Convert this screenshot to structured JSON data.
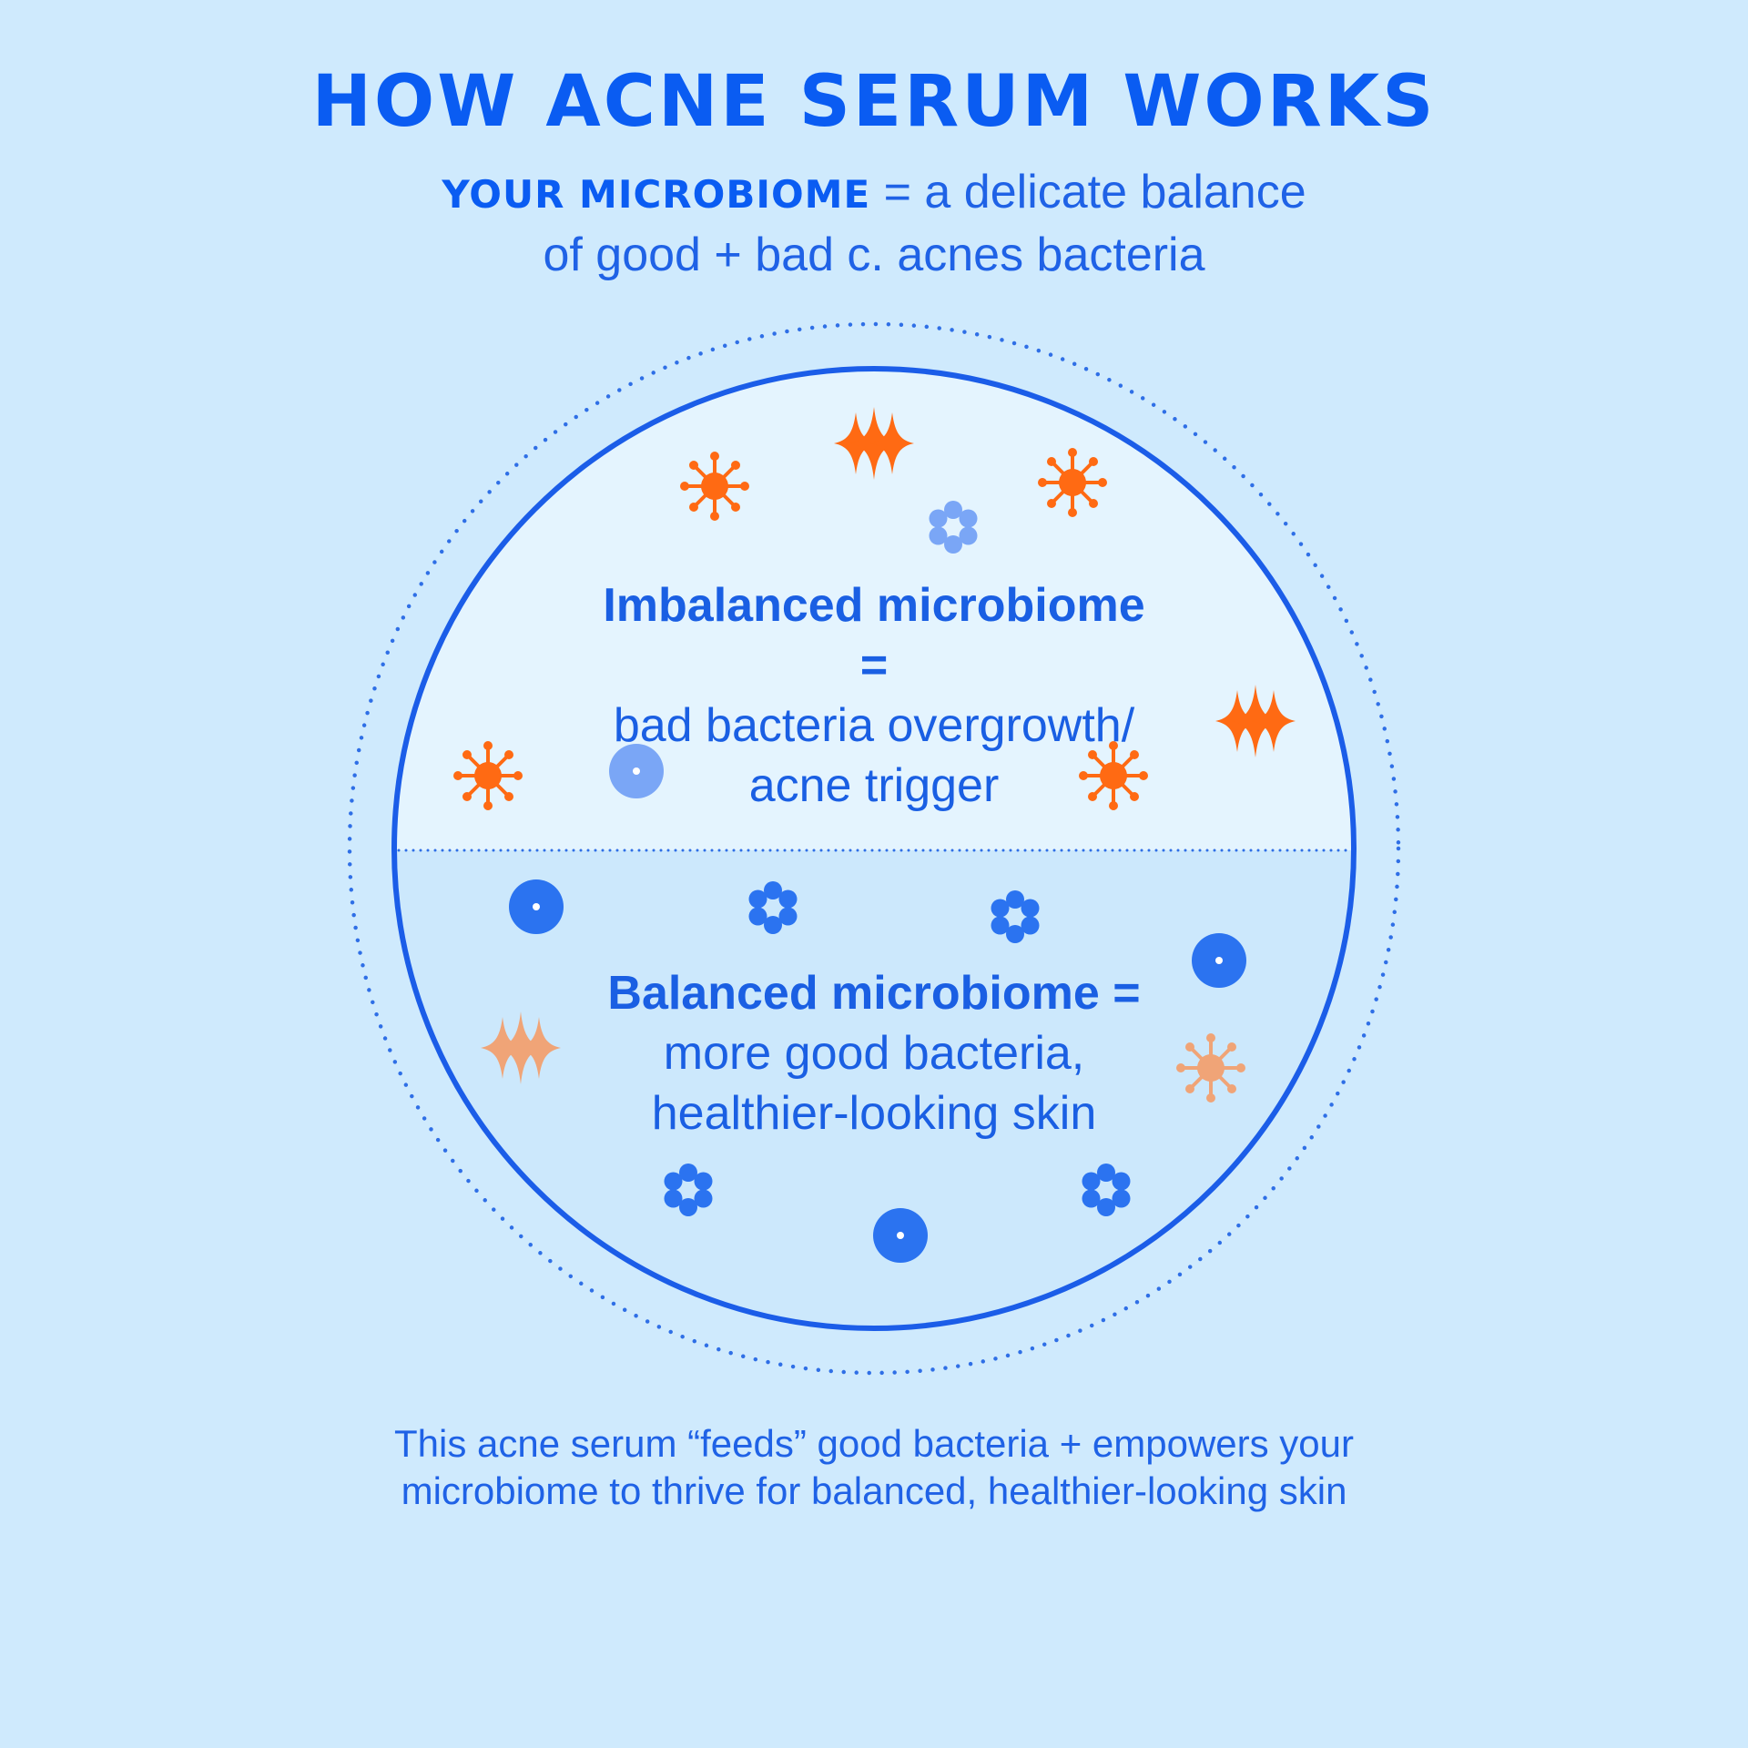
{
  "header": {
    "title": "HOW ACNE SERUM WORKS",
    "subtitle_strong": "YOUR MICROBIOME",
    "subtitle_line1_rest": " = a delicate balance",
    "subtitle_line2": "of good + bad c. acnes bacteria"
  },
  "imbalanced": {
    "strong": "Imbalanced microbiome =",
    "line2": "bad bacteria overgrowth/",
    "line3": "acne trigger"
  },
  "balanced": {
    "strong": "Balanced microbiome =",
    "line2": "more good bacteria,",
    "line3": "healthier-looking skin"
  },
  "footer": {
    "line1": "This acne serum “feeds” good bacteria + empowers your",
    "line2": "microbiome to thrive for balanced, healthier-looking skin"
  },
  "colors": {
    "background": "#cfeafd",
    "accent_blue": "#0a5cf2",
    "bad_bacteria": "#ff6a13",
    "faded_bad": "#f0a477",
    "good_bacteria": "#2b73f0",
    "light_good": "#7aa6f6"
  },
  "icons": [
    "virus-icon",
    "spiky-diamond-icon",
    "ring-cluster-icon",
    "disc-bacteria-icon"
  ]
}
